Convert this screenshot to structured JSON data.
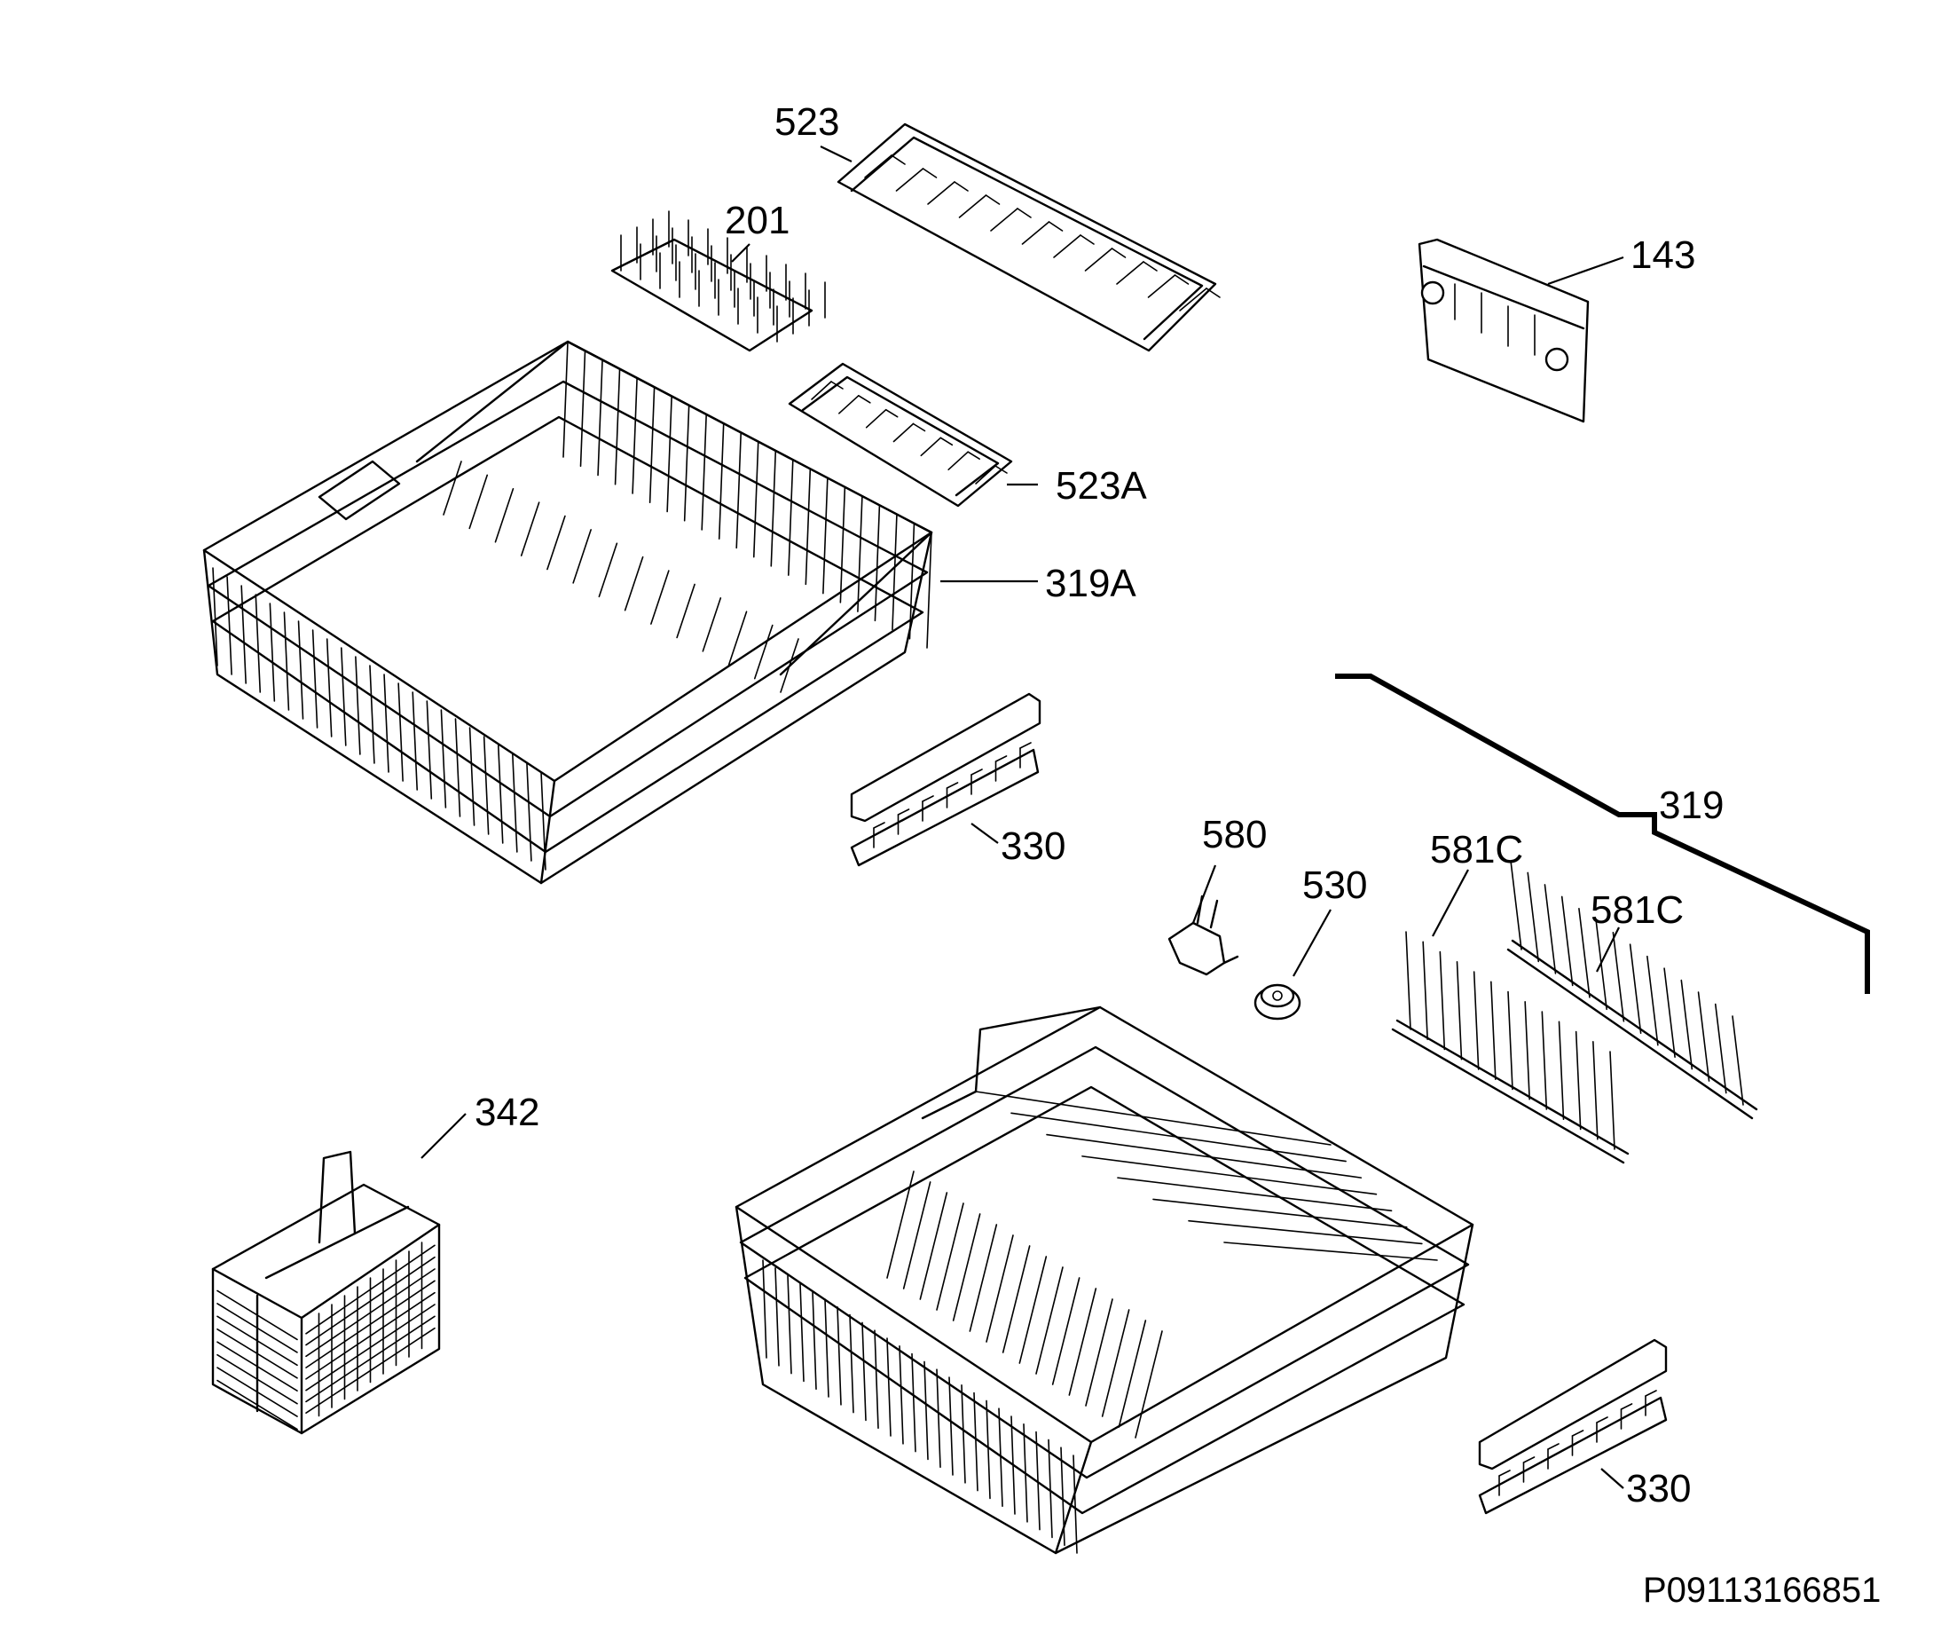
{
  "diagram": {
    "drawing_code": "P09113166851",
    "parts": [
      {
        "id": "p523",
        "label": "523"
      },
      {
        "id": "p201",
        "label": "201"
      },
      {
        "id": "p143",
        "label": "143"
      },
      {
        "id": "p523a",
        "label": "523A"
      },
      {
        "id": "p319a",
        "label": "319A"
      },
      {
        "id": "p330a",
        "label": "330"
      },
      {
        "id": "p319",
        "label": "319"
      },
      {
        "id": "p580",
        "label": "580"
      },
      {
        "id": "p530",
        "label": "530"
      },
      {
        "id": "p581c1",
        "label": "581C"
      },
      {
        "id": "p581c2",
        "label": "581C"
      },
      {
        "id": "p342",
        "label": "342"
      },
      {
        "id": "p330b",
        "label": "330"
      }
    ]
  }
}
